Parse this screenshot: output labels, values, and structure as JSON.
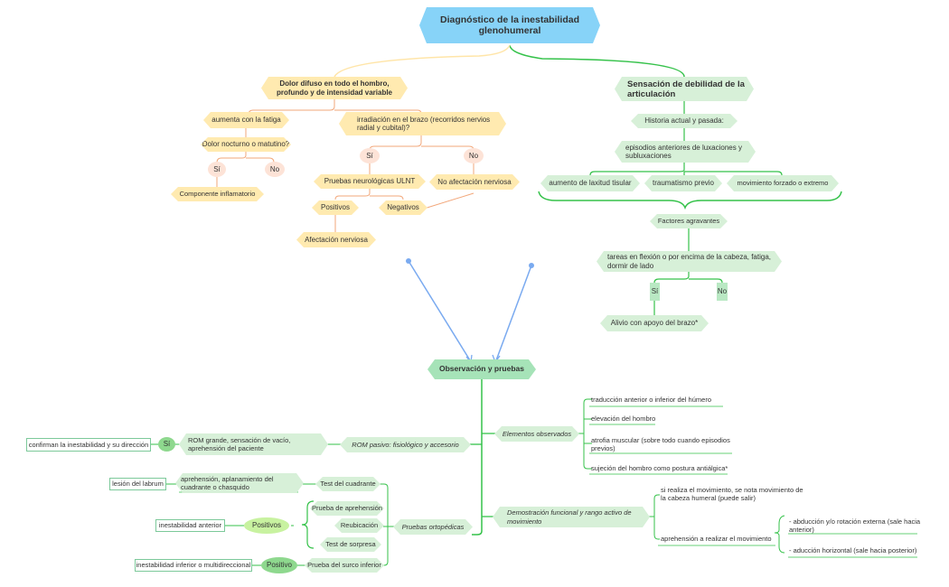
{
  "title": "Diagnóstico de la inestabilidad glenohumeral",
  "left_branch": {
    "root": "Dolor difuso en todo el hombro, profundo y de intensidad variable",
    "fatigue": "aumenta con la fatiga",
    "nocturnal": "Dolor nocturno o matutino?",
    "si": "Sí",
    "no": "No",
    "inflammatory": "Componente inflamatorio",
    "radiation": "irradiación en el brazo (recorridos nervios radial y cubital)?",
    "si2": "Sí",
    "no2": "No",
    "ulnt": "Pruebas neurológicas ULNT",
    "no_nerve": "No afectación nerviosa",
    "positives": "Positivos",
    "negatives": "Negativos",
    "nerve": "Afectación nerviosa"
  },
  "right_branch": {
    "root": "Sensación de debilidad de la articulación",
    "history": "Historia actual y pasada:",
    "episodes": "episodios anteriores de luxaciones y subluxaciones",
    "laxity": "aumento de laxitud tisular",
    "trauma": "traumatismo previo",
    "forced": "movimiento forzado o extremo",
    "aggravating": "Factores agravantes",
    "tasks": "tareas en flexión o por encima de la cabeza, fatiga, dormir de lado",
    "si": "Sí",
    "no": "No",
    "relief": "Alivio con apoyo del brazo*"
  },
  "observation": {
    "root": "Observación y pruebas",
    "elements": "Elementos observados",
    "elements_items": [
      "traducción anterior o inferior del húmero",
      "elevación del hombro",
      "atrofia muscular (sobre todo cuando episodios previos)",
      "sujeción del hombro como postura antiálgica*"
    ],
    "functional": "Demostración funcional y rango activo de movimiento",
    "functional_a": "si realiza el movimiento, se nota movimiento de la cabeza humeral (puede salir)",
    "functional_b": "aprehensión a realizar el movimiento",
    "functional_b_items": [
      "- abducción y/o rotación externa (sale hacia anterior)",
      "- aducción horizontal (sale hacia posterior)"
    ],
    "rom": "ROM pasivo: fisiológico y accesorio",
    "rom_detail": "ROM grande, sensación de vacío, aprehensión del paciente",
    "rom_si": "Sí",
    "rom_conclusion": "confirman la inestabilidad y su dirección",
    "ortho": "Pruebas ortopédicas",
    "quadrant": "Test del cuadrante",
    "quadrant_detail": "aprehensión, aplanamiento del cuadrante o chasquido",
    "labrum": "lesión del labrum",
    "apprehension": "Prueba de aprehensión",
    "relocation": "Reubicación",
    "surprise": "Test de sorpresa",
    "positives": "Positivos",
    "anterior": "inestabilidad anterior",
    "sulcus": "Prueba del surco inferior",
    "positive": "Positivo",
    "inferior": "inestabilidad inferior o multidireccional"
  },
  "colors": {
    "title_fill": "#87d3f8",
    "yellow_fill": "#ffeab0",
    "green_fill": "#d7f0d8",
    "green_line": "#35c24a",
    "orange_line": "#f2a77a",
    "blue_arrow": "#7aaaf0"
  }
}
